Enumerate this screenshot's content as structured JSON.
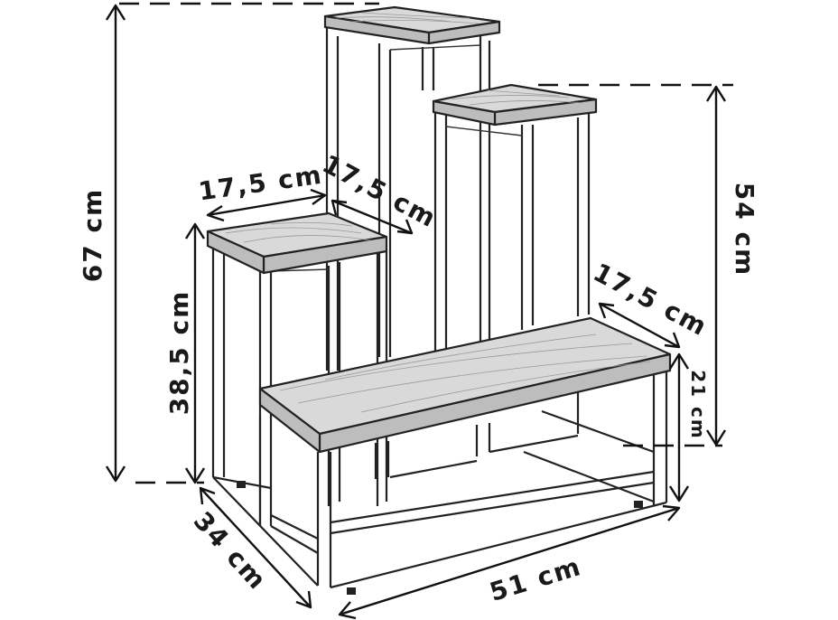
{
  "dimensions": {
    "total_height": "67 cm",
    "right_height": "54 cm",
    "left_shelf_height": "38,5 cm",
    "bench_height": "21 cm",
    "left_shelf_width": "17,5 cm",
    "left_shelf_depth": "17,5 cm",
    "bench_depth": "17,5 cm",
    "total_depth": "34 cm",
    "total_width": "51 cm"
  }
}
